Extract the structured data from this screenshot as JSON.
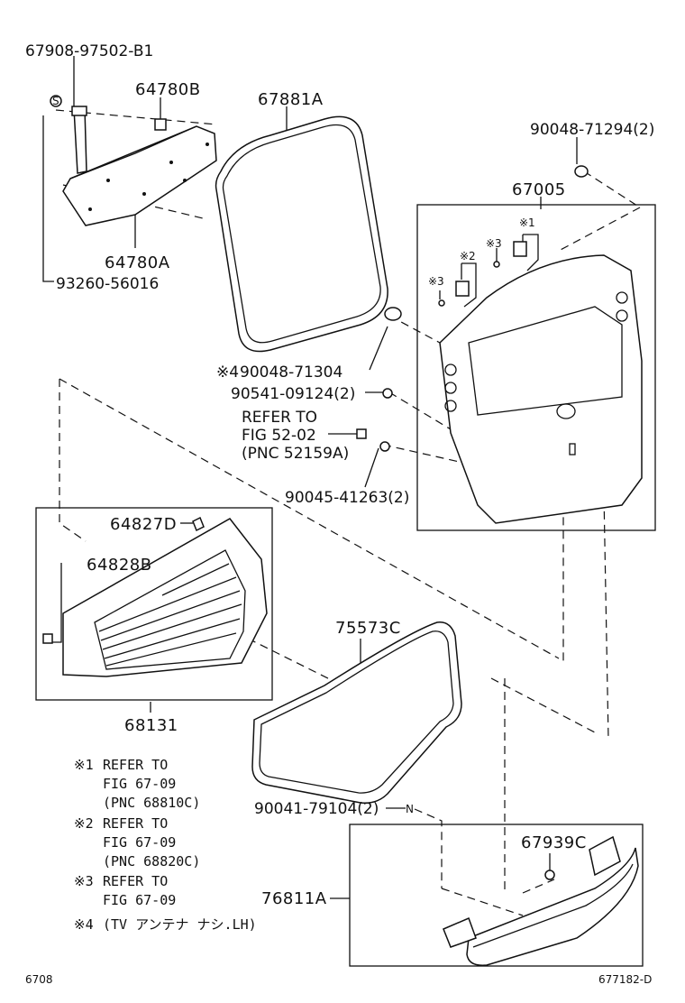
{
  "labels": {
    "p67908": "67908-97502-B1",
    "p64780B": "64780B",
    "p67881A": "67881A",
    "p90048_71294": "90048-71294(2)",
    "p67005": "67005",
    "p64780A": "64780A",
    "p93260": "93260-56016",
    "p90048_71304": "90048-71304",
    "mark4": "※4",
    "p90541": "90541-09124(2)",
    "refer_l1": "REFER TO",
    "refer_l2": "FIG 52-02",
    "refer_l3": "(PNC 52159A)",
    "p90045": "90045-41263(2)",
    "p64827D": "64827D",
    "p64828B": "64828B",
    "p68131": "68131",
    "p75573C": "75573C",
    "p90041": "90041-79104(2)",
    "p67939C": "67939C",
    "p76811A": "76811A",
    "m1": "※1",
    "m2": "※2",
    "m3a": "※3",
    "m3b": "※3",
    "s_mark": "S",
    "n_mark": "N"
  },
  "notes": [
    {
      "mark": "※1",
      "l1": "REFER TO",
      "l2": "FIG 67-09",
      "l3": "(PNC 68810C)"
    },
    {
      "mark": "※2",
      "l1": "REFER TO",
      "l2": "FIG 67-09",
      "l3": "(PNC 68820C)"
    },
    {
      "mark": "※3",
      "l1": "REFER TO",
      "l2": "FIG 67-09",
      "l3": ""
    },
    {
      "mark": "※4",
      "l1": "(TV アンテナ ナシ.LH)",
      "l2": "",
      "l3": ""
    }
  ],
  "footer": {
    "left": "6708",
    "right": "677182-D"
  }
}
